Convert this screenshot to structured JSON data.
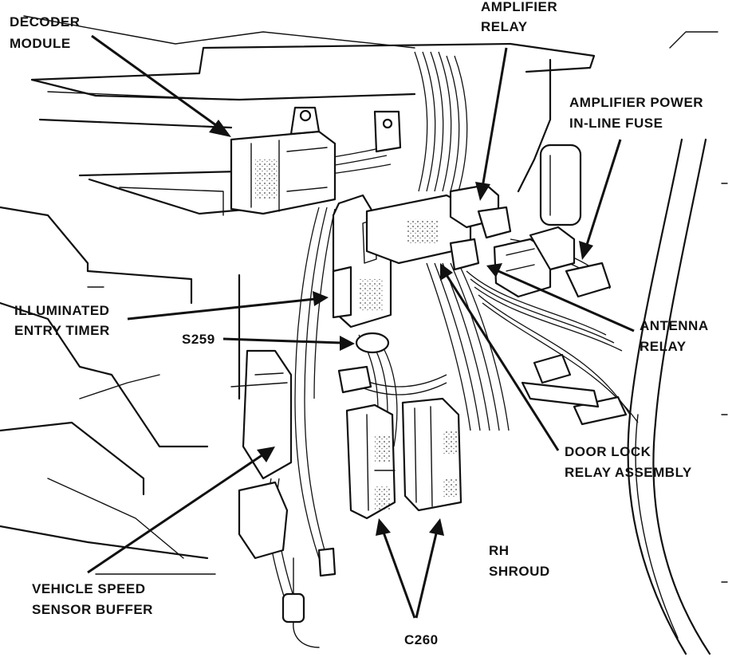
{
  "labels": {
    "decoder_module": [
      "DECODER",
      "MODULE"
    ],
    "amplifier_relay": [
      "AMPLIFIER",
      "RELAY"
    ],
    "amplifier_fuse": [
      "AMPLIFIER POWER",
      "IN-LINE FUSE"
    ],
    "illuminated_entry_timer": [
      "ILLUMINATED",
      "ENTRY TIMER"
    ],
    "s259": "S259",
    "antenna_relay": [
      "ANTENNA",
      "RELAY"
    ],
    "door_lock_relay": [
      "DOOR LOCK",
      "RELAY ASSEMBLY"
    ],
    "vehicle_speed_sensor": [
      "VEHICLE SPEED",
      "SENSOR BUFFER"
    ],
    "rh_shroud": [
      "RH",
      "SHROUD"
    ],
    "c260": "C260"
  }
}
